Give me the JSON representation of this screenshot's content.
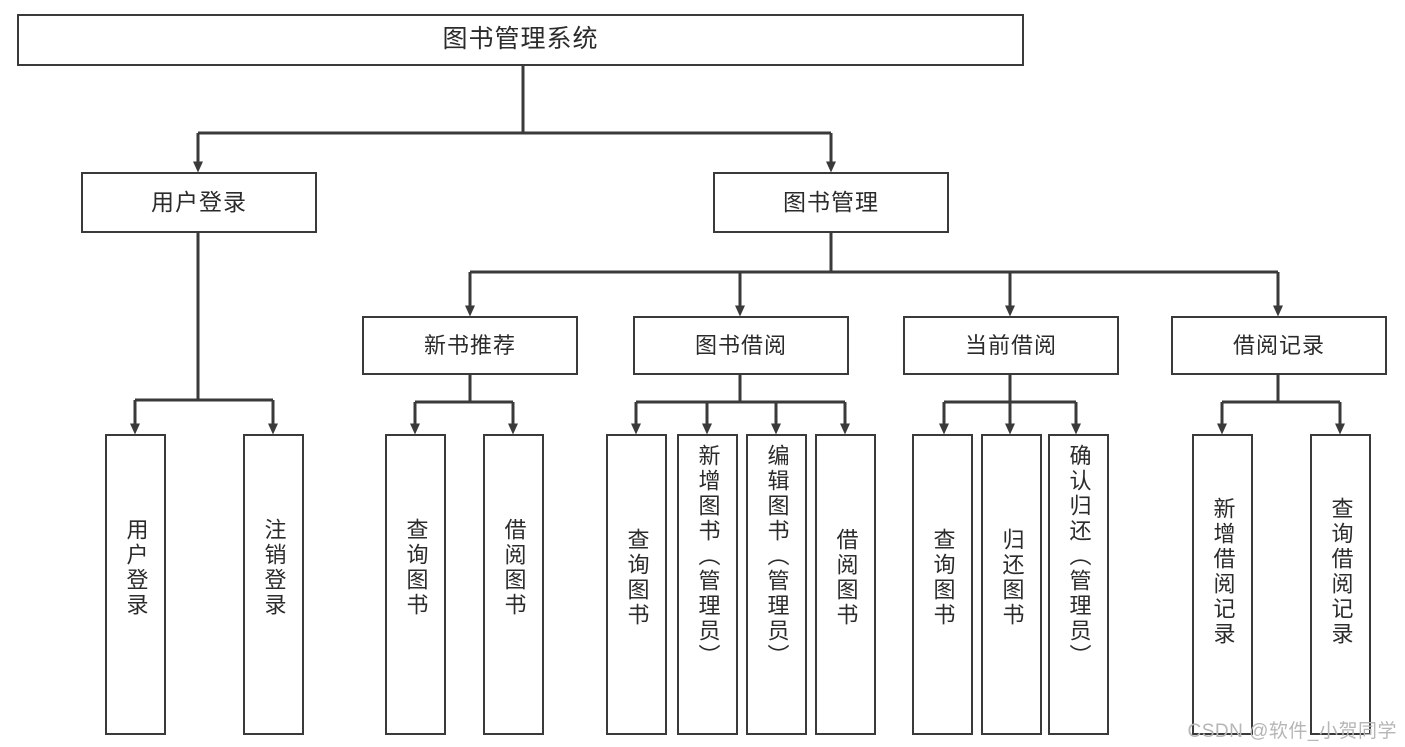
{
  "diagram": {
    "title": "图书管理系统",
    "type": "tree-hierarchy-chart",
    "watermark": "CSDN @软件_小贺同学",
    "colors": {
      "box_border": "#3a3a3a",
      "box_fill": "#ffffff",
      "connector": "#3a3a3a",
      "text": "#2b2b2b",
      "watermark": "#b6b6b6",
      "background": "#ffffff"
    },
    "root": {
      "label": "图书管理系统"
    },
    "level1": [
      {
        "label": "用户登录"
      },
      {
        "label": "图书管理"
      }
    ],
    "level2": [
      {
        "label": "新书推荐"
      },
      {
        "label": "图书借阅"
      },
      {
        "label": "当前借阅"
      },
      {
        "label": "借阅记录"
      }
    ],
    "leaves": {
      "user_login": [
        {
          "label": "用户登录"
        },
        {
          "label": "注销登录"
        }
      ],
      "new_book_recommend": [
        {
          "label": "查询图书"
        },
        {
          "label": "借阅图书"
        }
      ],
      "book_borrow": [
        {
          "label": "查询图书"
        },
        {
          "label": "新增图书（管理员）"
        },
        {
          "label": "编辑图书（管理员）"
        },
        {
          "label": "借阅图书"
        }
      ],
      "current_borrow": [
        {
          "label": "查询图书"
        },
        {
          "label": "归还图书"
        },
        {
          "label": "确认归还（管理员）"
        }
      ],
      "borrow_record": [
        {
          "label": "新增借阅记录"
        },
        {
          "label": "查询借阅记录"
        }
      ]
    }
  }
}
